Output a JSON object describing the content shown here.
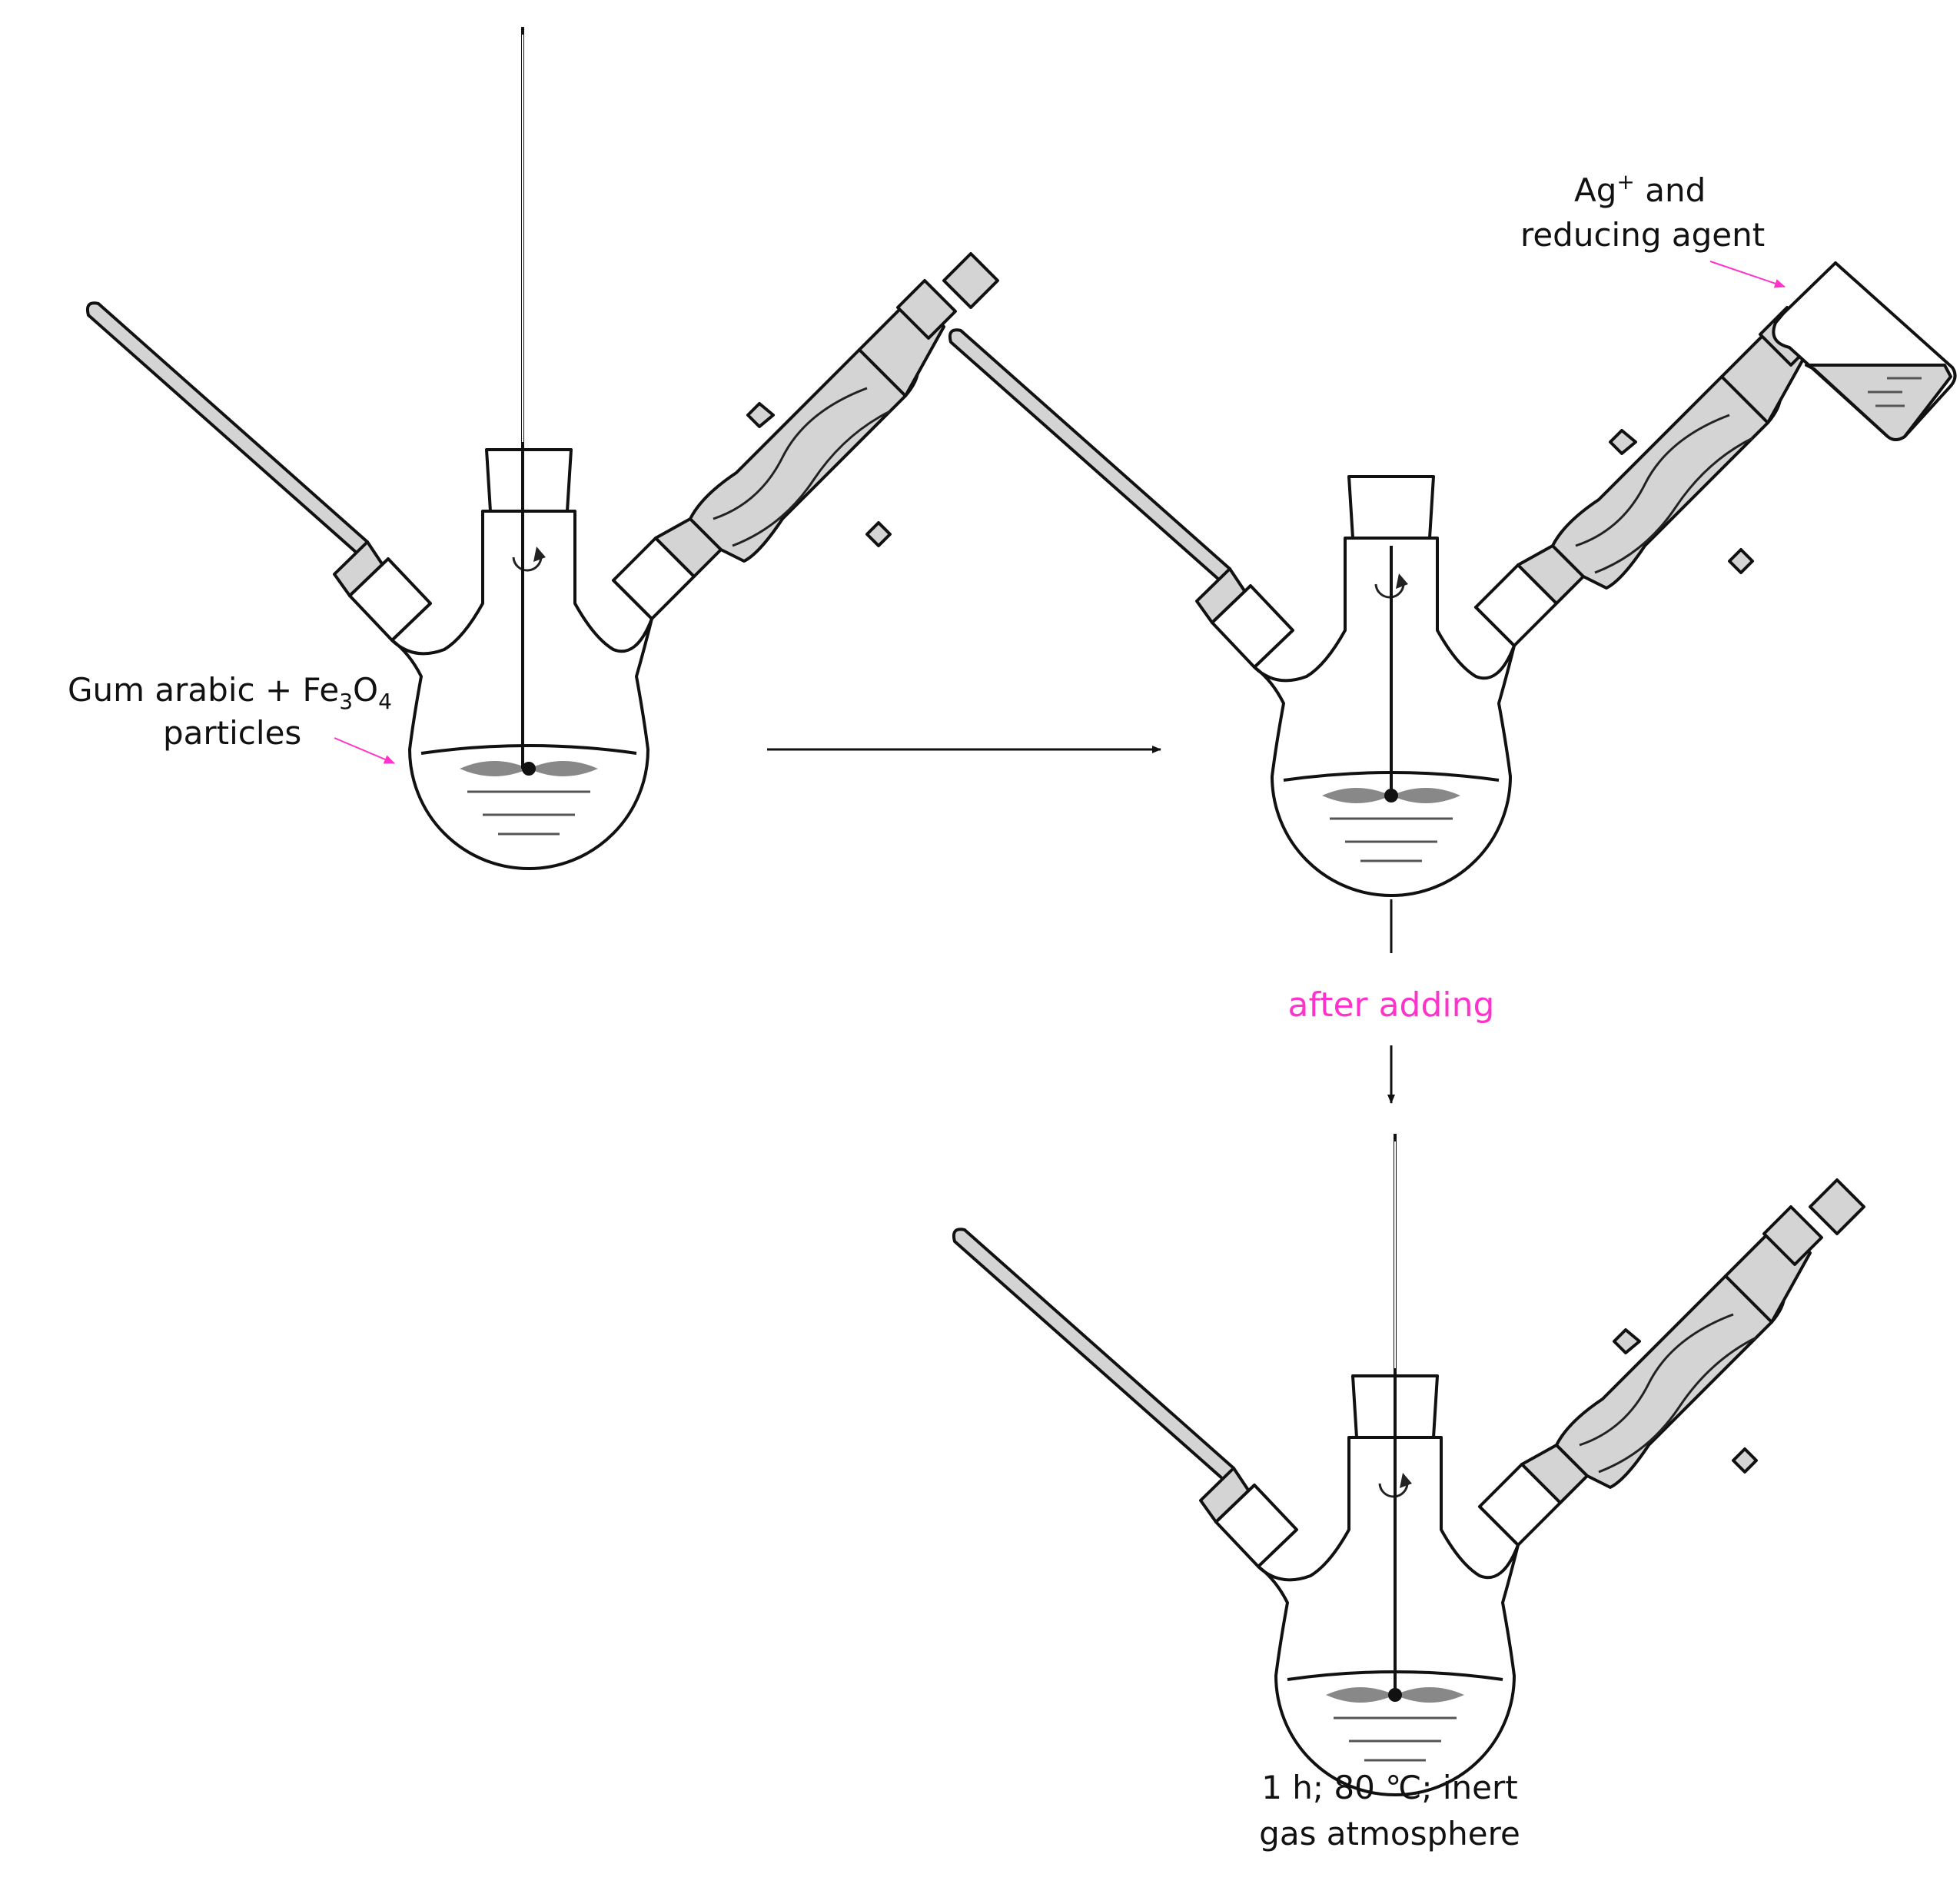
{
  "labels": {
    "start_mixture_line1": "Gum arabic + Fe",
    "start_mixture_sub3": "3",
    "start_mixture_o": "O",
    "start_mixture_sub4": "4",
    "start_mixture_line2": "particles",
    "reagent_ag": "Ag",
    "reagent_sup": "+",
    "reagent_line1_rest": " and",
    "reagent_line2": "reducing agent",
    "step_label": "after adding",
    "conditions_line1": "1 h; 80 ℃; inert",
    "conditions_line2": "gas atmosphere"
  },
  "colors": {
    "accent": "#ff33cc",
    "line": "#111111",
    "glass_fill": "#ffffff",
    "equipment_grey": "#d4d4d4",
    "stirrer_grey": "#888888"
  },
  "icons": [
    "round-bottom-flask-icon",
    "thermometer-icon",
    "reflux-condenser-icon",
    "stirrer-icon",
    "beaker-icon",
    "arrow-icon"
  ]
}
